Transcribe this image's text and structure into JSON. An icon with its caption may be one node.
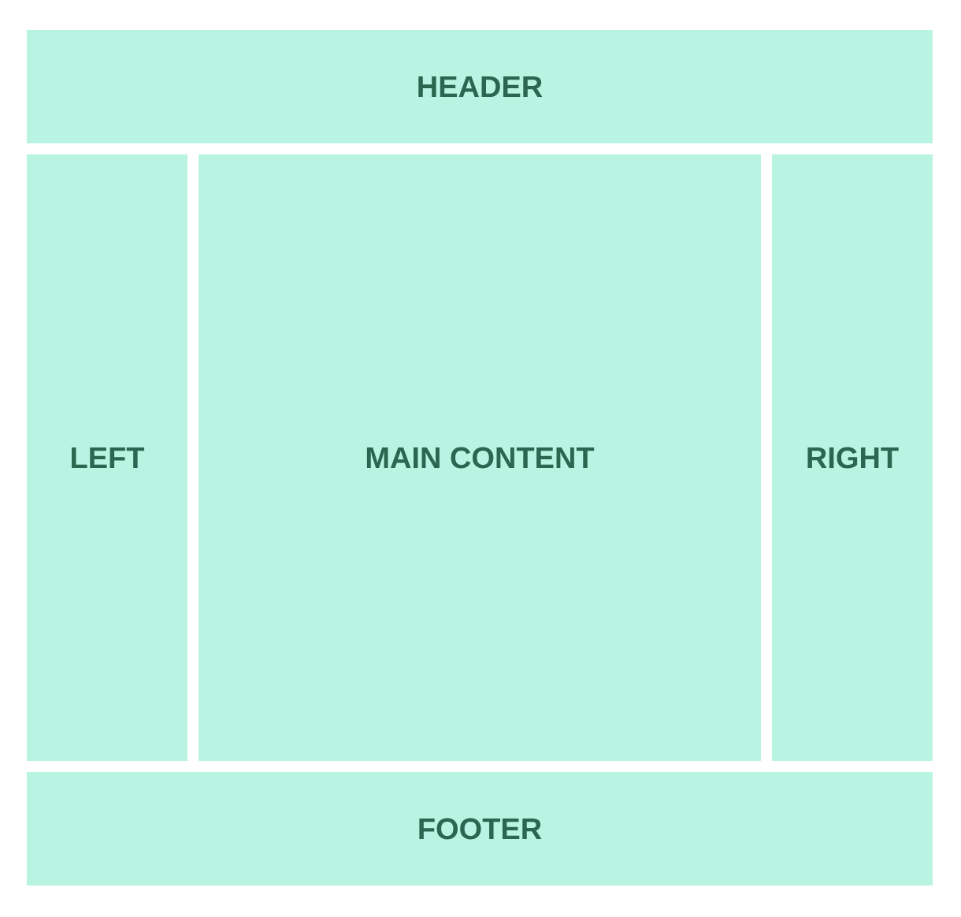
{
  "diagram": {
    "nodes": [
      {
        "text": [
          "HEADER"
        ]
      },
      {
        "text": [
          "LEFT"
        ]
      },
      {
        "text": [
          "MAIN CONTENT"
        ]
      },
      {
        "text": [
          "RIGHT"
        ]
      },
      {
        "text": [
          "FOOTER"
        ]
      }
    ]
  }
}
